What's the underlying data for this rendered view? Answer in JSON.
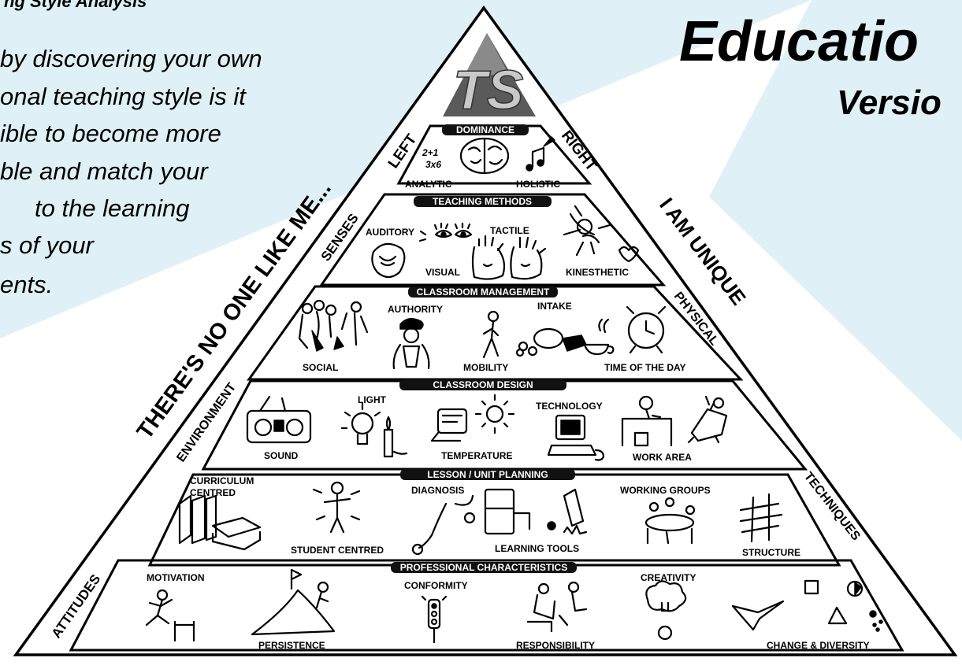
{
  "header": {
    "subtitle_fragment": "ng Style Analysis",
    "title": "Educatio",
    "version": "Versio"
  },
  "intro": {
    "lines": [
      "by discovering your own",
      "onal teaching style is it",
      "ible to become more",
      "ble and match your",
      "to the learning",
      "s of your",
      "ents."
    ]
  },
  "side_labels": {
    "left_big": "THERE'S NO ONE LIKE ME...",
    "right_big": "I AM UNIQUE",
    "left": "LEFT",
    "right": "RIGHT",
    "senses": "SENSES",
    "physical": "PHYSICAL",
    "environment": "ENVIRONMENT",
    "techniques": "TECHNIQUES",
    "attitudes": "ATTITUDES"
  },
  "logo": {
    "text": "TS"
  },
  "tiers": {
    "dominance": {
      "banner": "DOMINANCE",
      "items": [
        "ANALYTIC",
        "HOLISTIC"
      ]
    },
    "teaching_methods": {
      "banner": "TEACHING METHODS",
      "items": [
        "AUDITORY",
        "TACTILE",
        "VISUAL",
        "KINESTHETIC"
      ]
    },
    "classroom_management": {
      "banner": "CLASSROOM MANAGEMENT",
      "items": [
        "AUTHORITY",
        "INTAKE",
        "SOCIAL",
        "MOBILITY",
        "TIME OF THE DAY"
      ]
    },
    "classroom_design": {
      "banner": "CLASSROOM DESIGN",
      "items": [
        "LIGHT",
        "TECHNOLOGY",
        "SOUND",
        "TEMPERATURE",
        "WORK AREA"
      ]
    },
    "lesson_planning": {
      "banner": "LESSON / UNIT PLANNING",
      "items": [
        "CURRICULUM",
        "CENTRED",
        "DIAGNOSIS",
        "WORKING GROUPS",
        "STUDENT CENTRED",
        "LEARNING TOOLS",
        "STRUCTURE"
      ]
    },
    "professional": {
      "banner": "PROFESSIONAL CHARACTERISTICS",
      "items": [
        "MOTIVATION",
        "CONFORMITY",
        "CREATIVITY",
        "PERSISTENCE",
        "RESPONSIBILITY",
        "CHANGE & DIVERSITY"
      ]
    }
  },
  "colors": {
    "background_tint": "#dff1f6",
    "banner": "#111111",
    "logo_dark": "#555555",
    "logo_light": "#bdbdbd"
  }
}
